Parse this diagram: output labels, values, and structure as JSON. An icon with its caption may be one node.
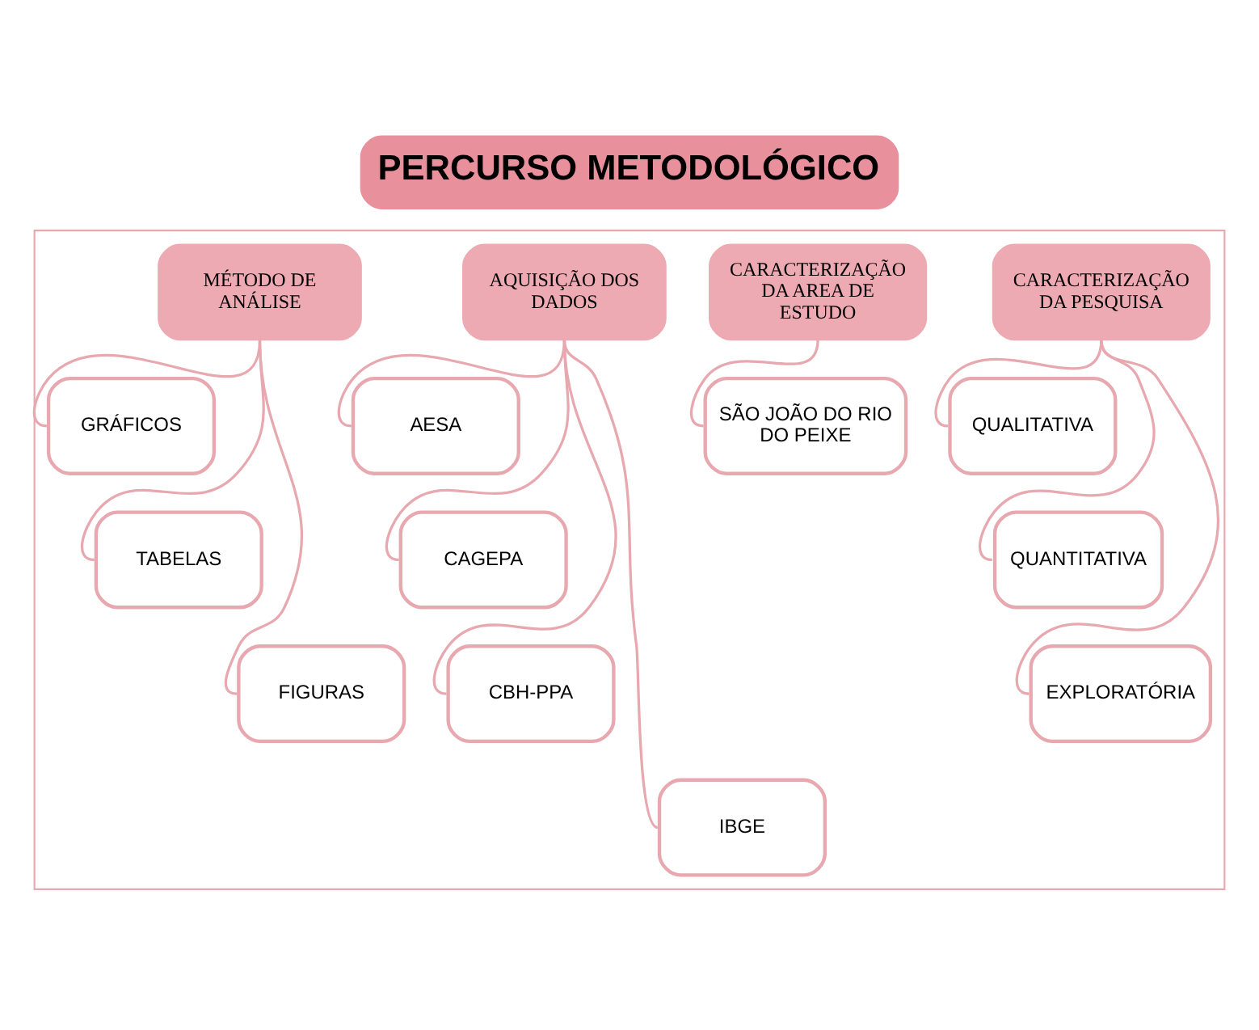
{
  "diagram": {
    "title": "PERCURSO METODOLÓGICO",
    "nodes": [
      {
        "text": [],
        "shape": "box"
      },
      {
        "text": [
          "CARACTERIZAÇÃO DA PESQUISA"
        ],
        "in": 0
      },
      {
        "text": [
          "QUALITATIVA"
        ],
        "in": 0
      },
      {
        "text": [
          "QUANTITATIVA"
        ],
        "in": 0
      },
      {
        "text": [
          "EXPLORATÓRIA"
        ],
        "in": 0
      },
      {
        "text": [
          "CARACTERIZAÇÃO DA AREA DE ESTUDO"
        ],
        "in": 0
      },
      {
        "text": [
          "SÃO JOÃO DO RIO DO PEIXE"
        ],
        "in": 0
      },
      {
        "text": [
          "AQUISIÇÃO DOS DADOS"
        ],
        "in": 0
      },
      {
        "text": [
          "AESA"
        ],
        "in": 0
      },
      {
        "text": [
          "CAGEPA"
        ],
        "in": 0
      },
      {
        "text": [
          "CBH-PPA"
        ],
        "in": 0
      },
      {
        "text": [
          "IBGE"
        ],
        "in": 0
      },
      {
        "text": [
          "MÉTODO DE ANÁLISE"
        ],
        "in": 0
      },
      {
        "text": [
          "GRÁFICOS"
        ],
        "in": 0
      },
      {
        "text": [
          "TABELAS"
        ],
        "in": 0
      },
      {
        "text": [
          "FIGURAS"
        ],
        "in": 0
      }
    ],
    "edges": [
      {
        "from": 1,
        "to": 2,
        "arrow": "none"
      },
      {
        "from": 1,
        "to": 3,
        "arrow": "none"
      },
      {
        "from": 1,
        "to": 4,
        "arrow": "none"
      },
      {
        "from": 5,
        "to": 6,
        "arrow": "none"
      },
      {
        "from": 7,
        "to": 8,
        "arrow": "none"
      },
      {
        "from": 7,
        "to": 9,
        "arrow": "none"
      },
      {
        "from": 7,
        "to": 10,
        "arrow": "none"
      },
      {
        "from": 7,
        "to": 11,
        "arrow": "none"
      },
      {
        "from": 12,
        "to": 13,
        "arrow": "none"
      },
      {
        "from": 12,
        "to": 14,
        "arrow": "none"
      },
      {
        "from": 12,
        "to": 15,
        "arrow": "none"
      }
    ]
  }
}
